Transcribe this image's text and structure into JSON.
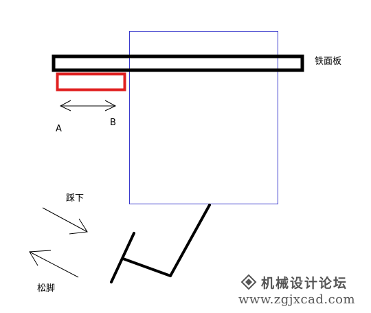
{
  "labels": {
    "iron_plate": "铁面板",
    "point_a": "A",
    "point_b": "B",
    "press_down": "踩下",
    "release": "松脚"
  },
  "watermark": {
    "title": "机械设计论坛",
    "url": "www.zgjxcad.com"
  },
  "colors": {
    "plate_outline": "#000000",
    "slider_outline": "#e02020",
    "frame_outline": "#3a3acc",
    "lever": "#000000",
    "watermark": "#555555"
  }
}
